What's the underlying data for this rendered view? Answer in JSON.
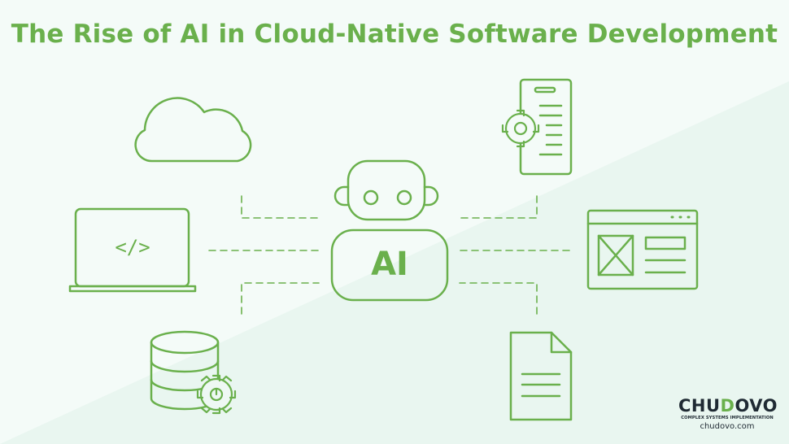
{
  "header": {
    "title": "The Rise of AI in Cloud-Native Software Development"
  },
  "robot": {
    "label": "AI"
  },
  "laptop": {
    "code_symbol": "</>"
  },
  "logo": {
    "brand_pre": "CHU",
    "brand_accent": "D",
    "brand_post": "OVO",
    "tagline": "COMPLEX SYSTEMS IMPLEMENTATION",
    "site": "chudovo.com"
  },
  "colors": {
    "accent": "#6ab04c",
    "background_light": "#f4fbf8",
    "background_tint": "#e9f6f0",
    "dark_text": "#1f2a33"
  },
  "icons": [
    "cloud-icon",
    "laptop-code-icon",
    "database-gear-icon",
    "robot-icon",
    "mobile-settings-icon",
    "browser-window-icon",
    "document-icon"
  ]
}
